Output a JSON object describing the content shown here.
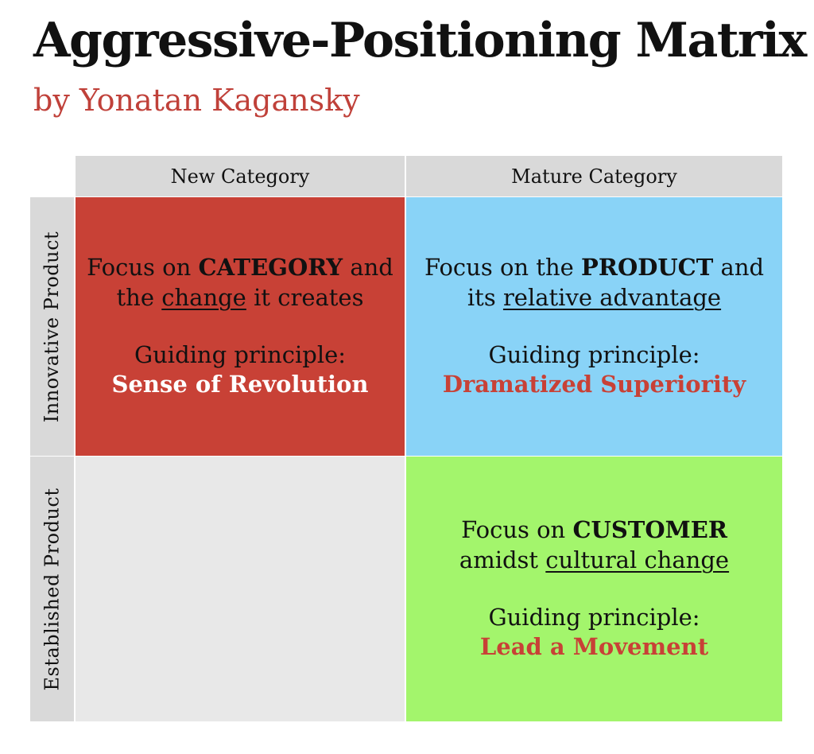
{
  "title": "Aggressive-Positioning Matrix",
  "subtitle": "by Yonatan Kagansky",
  "colors": {
    "subtitle": "#c0413a",
    "header_bg": "#d9d9d9",
    "cell_new_innovative": "#c84136",
    "cell_mature_innovative": "#89d3f7",
    "cell_new_established": "#e8e8e8",
    "cell_mature_established": "#a3f56c",
    "principle_red": "#c84136",
    "principle_white": "#ffffff"
  },
  "columns": [
    "New Category",
    "Mature Category"
  ],
  "rows": [
    "Innovative Product",
    "Established Product"
  ],
  "cells": {
    "new_innovative": {
      "line1": {
        "pre": "Focus on ",
        "bold": "CATEGORY",
        "post": " and"
      },
      "line2": {
        "pre": "the ",
        "underline": "change",
        "post": " it creates"
      },
      "principle_label": "Guiding principle:",
      "principle": "Sense of Revolution"
    },
    "mature_innovative": {
      "line1": {
        "pre": "Focus on the ",
        "bold": "PRODUCT",
        "post": " and"
      },
      "line2": {
        "pre": "its ",
        "underline": "relative advantage",
        "post": ""
      },
      "principle_label": "Guiding principle:",
      "principle": "Dramatized Superiority"
    },
    "new_established": {},
    "mature_established": {
      "line1": {
        "pre": "Focus on ",
        "bold": "CUSTOMER",
        "post": ""
      },
      "line2": {
        "pre": "amidst ",
        "underline": "cultural change",
        "post": ""
      },
      "principle_label": "Guiding principle:",
      "principle": "Lead a Movement"
    }
  }
}
